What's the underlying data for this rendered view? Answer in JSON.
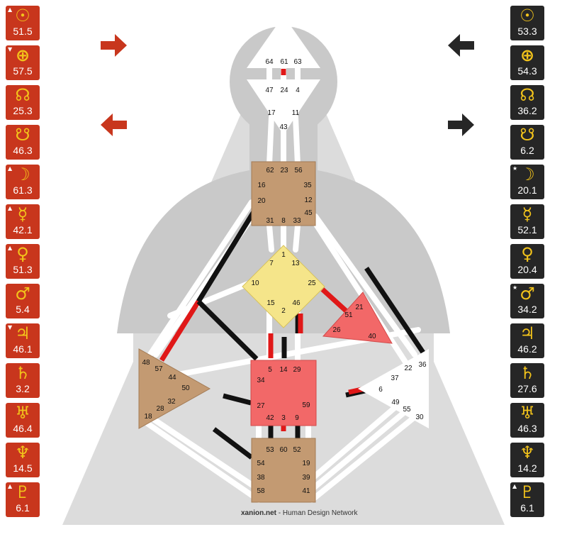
{
  "design": [
    {
      "icon": "sun-icon",
      "glyph": "☉",
      "value": "51.5",
      "mark": "▲"
    },
    {
      "icon": "earth-icon",
      "glyph": "⊕",
      "value": "57.5",
      "mark": "▼"
    },
    {
      "icon": "north-node-icon",
      "glyph": "☊",
      "value": "25.3",
      "mark": ""
    },
    {
      "icon": "south-node-icon",
      "glyph": "☋",
      "value": "46.3",
      "mark": ""
    },
    {
      "icon": "moon-icon",
      "glyph": "☽",
      "value": "61.3",
      "mark": "▲"
    },
    {
      "icon": "mercury-icon",
      "glyph": "☿",
      "value": "42.1",
      "mark": "▲"
    },
    {
      "icon": "venus-icon",
      "glyph": "♀",
      "value": "51.3",
      "mark": "▲"
    },
    {
      "icon": "mars-icon",
      "glyph": "♂",
      "value": "5.4",
      "mark": ""
    },
    {
      "icon": "jupiter-icon",
      "glyph": "♃",
      "value": "46.1",
      "mark": "▼"
    },
    {
      "icon": "saturn-icon",
      "glyph": "♄",
      "value": "3.2",
      "mark": ""
    },
    {
      "icon": "uranus-icon",
      "glyph": "♅",
      "value": "46.4",
      "mark": ""
    },
    {
      "icon": "neptune-icon",
      "glyph": "♆",
      "value": "14.5",
      "mark": ""
    },
    {
      "icon": "pluto-icon",
      "glyph": "♇",
      "value": "6.1",
      "mark": "▲"
    }
  ],
  "personality": [
    {
      "icon": "sun-icon",
      "glyph": "☉",
      "value": "53.3",
      "mark": ""
    },
    {
      "icon": "earth-icon",
      "glyph": "⊕",
      "value": "54.3",
      "mark": ""
    },
    {
      "icon": "north-node-icon",
      "glyph": "☊",
      "value": "36.2",
      "mark": ""
    },
    {
      "icon": "south-node-icon",
      "glyph": "☋",
      "value": "6.2",
      "mark": ""
    },
    {
      "icon": "moon-icon",
      "glyph": "☽",
      "value": "20.1",
      "mark": "★"
    },
    {
      "icon": "mercury-icon",
      "glyph": "☿",
      "value": "52.1",
      "mark": ""
    },
    {
      "icon": "venus-icon",
      "glyph": "♀",
      "value": "20.4",
      "mark": ""
    },
    {
      "icon": "mars-icon",
      "glyph": "♂",
      "value": "34.2",
      "mark": "★"
    },
    {
      "icon": "jupiter-icon",
      "glyph": "♃",
      "value": "46.2",
      "mark": ""
    },
    {
      "icon": "saturn-icon",
      "glyph": "♄",
      "value": "27.6",
      "mark": ""
    },
    {
      "icon": "uranus-icon",
      "glyph": "♅",
      "value": "46.3",
      "mark": ""
    },
    {
      "icon": "neptune-icon",
      "glyph": "♆",
      "value": "14.2",
      "mark": ""
    },
    {
      "icon": "pluto-icon",
      "glyph": "♇",
      "value": "6.1",
      "mark": "▲"
    }
  ],
  "colors": {
    "design": "#c8361d",
    "personality": "#262626",
    "glyph": "#f2c31b",
    "center_defined_brown": "#c39a72",
    "center_g": "#f5e58a",
    "center_red": "#f26868",
    "background_shape": "#dcdcdc"
  },
  "centers": {
    "head": {
      "gates": [
        "64",
        "61",
        "63"
      ]
    },
    "ajna": {
      "gates": [
        "47",
        "24",
        "4",
        "17",
        "11",
        "43"
      ]
    },
    "throat": {
      "gates": [
        "62",
        "23",
        "56",
        "16",
        "35",
        "12",
        "20",
        "45",
        "31",
        "8",
        "33"
      ]
    },
    "g": {
      "gates": [
        "1",
        "7",
        "13",
        "10",
        "25",
        "15",
        "2",
        "46"
      ]
    },
    "ego": {
      "gates": [
        "21",
        "51",
        "26",
        "40"
      ]
    },
    "spleen": {
      "gates": [
        "48",
        "57",
        "44",
        "50",
        "32",
        "28",
        "18"
      ]
    },
    "sacral": {
      "gates": [
        "5",
        "14",
        "29",
        "34",
        "27",
        "59",
        "42",
        "3",
        "9"
      ]
    },
    "solar_plexus": {
      "gates": [
        "36",
        "22",
        "37",
        "6",
        "49",
        "55",
        "30"
      ]
    },
    "root": {
      "gates": [
        "53",
        "60",
        "52",
        "54",
        "19",
        "38",
        "39",
        "58",
        "41"
      ]
    }
  },
  "footer": {
    "site": "xanion.net",
    "text": " - Human Design Network"
  }
}
